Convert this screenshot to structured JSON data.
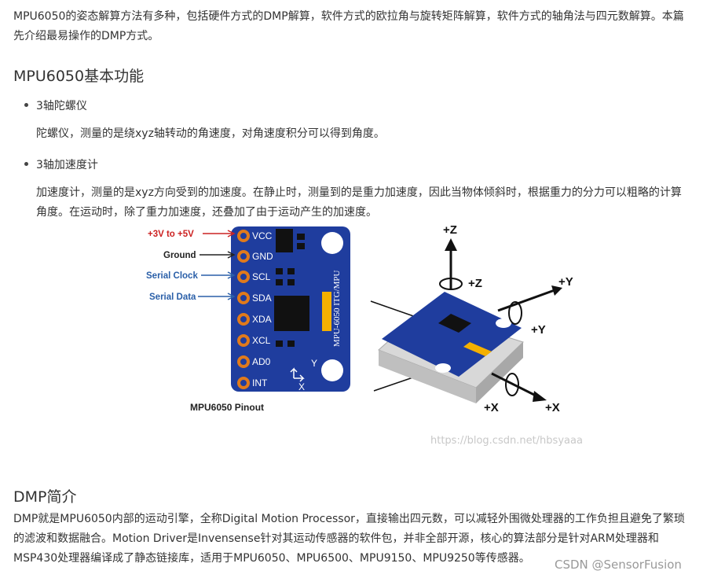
{
  "intro": "MPU6050的姿态解算方法有多种，包括硬件方式的DMP解算，软件方式的欧拉角与旋转矩阵解算，软件方式的轴角法与四元数解算。本篇先介绍最易操作的DMP方式。",
  "section1": {
    "heading": "MPU6050基本功能",
    "items": [
      {
        "title": "3轴陀螺仪",
        "desc": "陀螺仪，测量的是绕xyz轴转动的角速度，对角速度积分可以得到角度。"
      },
      {
        "title": "3轴加速度计",
        "desc": "加速度计，测量的是xyz方向受到的加速度。在静止时，测量到的是重力加速度，因此当物体倾斜时，根据重力的分力可以粗略的计算角度。在运动时，除了重力加速度，还叠加了由于运动产生的加速度。"
      }
    ]
  },
  "figure": {
    "left_labels": [
      "+3V to +5V",
      "Ground",
      "Serial Clock",
      "Serial Data"
    ],
    "pins": [
      "VCC",
      "GND",
      "SCL",
      "SDA",
      "XDA",
      "XCL",
      "AD0",
      "INT"
    ],
    "board_text": "MPU-6050 ITG/MPU",
    "caption": "MPU6050 Pinout",
    "axes": [
      "+Z",
      "+Z",
      "+Y",
      "+Y",
      "+X",
      "+X"
    ],
    "board_axis_labels": [
      "Y",
      "X"
    ],
    "watermark": "https://blog.csdn.net/hbsyaaa",
    "colors": {
      "board": "#1f3d9e",
      "pin_ring": "#e07a1c",
      "label_red": "#cc2222",
      "label_blue": "#2a5fa8"
    }
  },
  "section2": {
    "heading": "DMP简介",
    "text": "DMP就是MPU6050内部的运动引擎，全称Digital Motion Processor，直接输出四元数，可以减轻外围微处理器的工作负担且避免了繁琐的滤波和数据融合。Motion Driver是Invensense针对其运动传感器的软件包，并非全部开源，核心的算法部分是针对ARM处理器和MSP430处理器编译成了静态链接库，适用于MPU6050、MPU6500、MPU9150、MPU9250等传感器。"
  },
  "footer": {
    "csdn": "CSDN @SensorFusion"
  }
}
